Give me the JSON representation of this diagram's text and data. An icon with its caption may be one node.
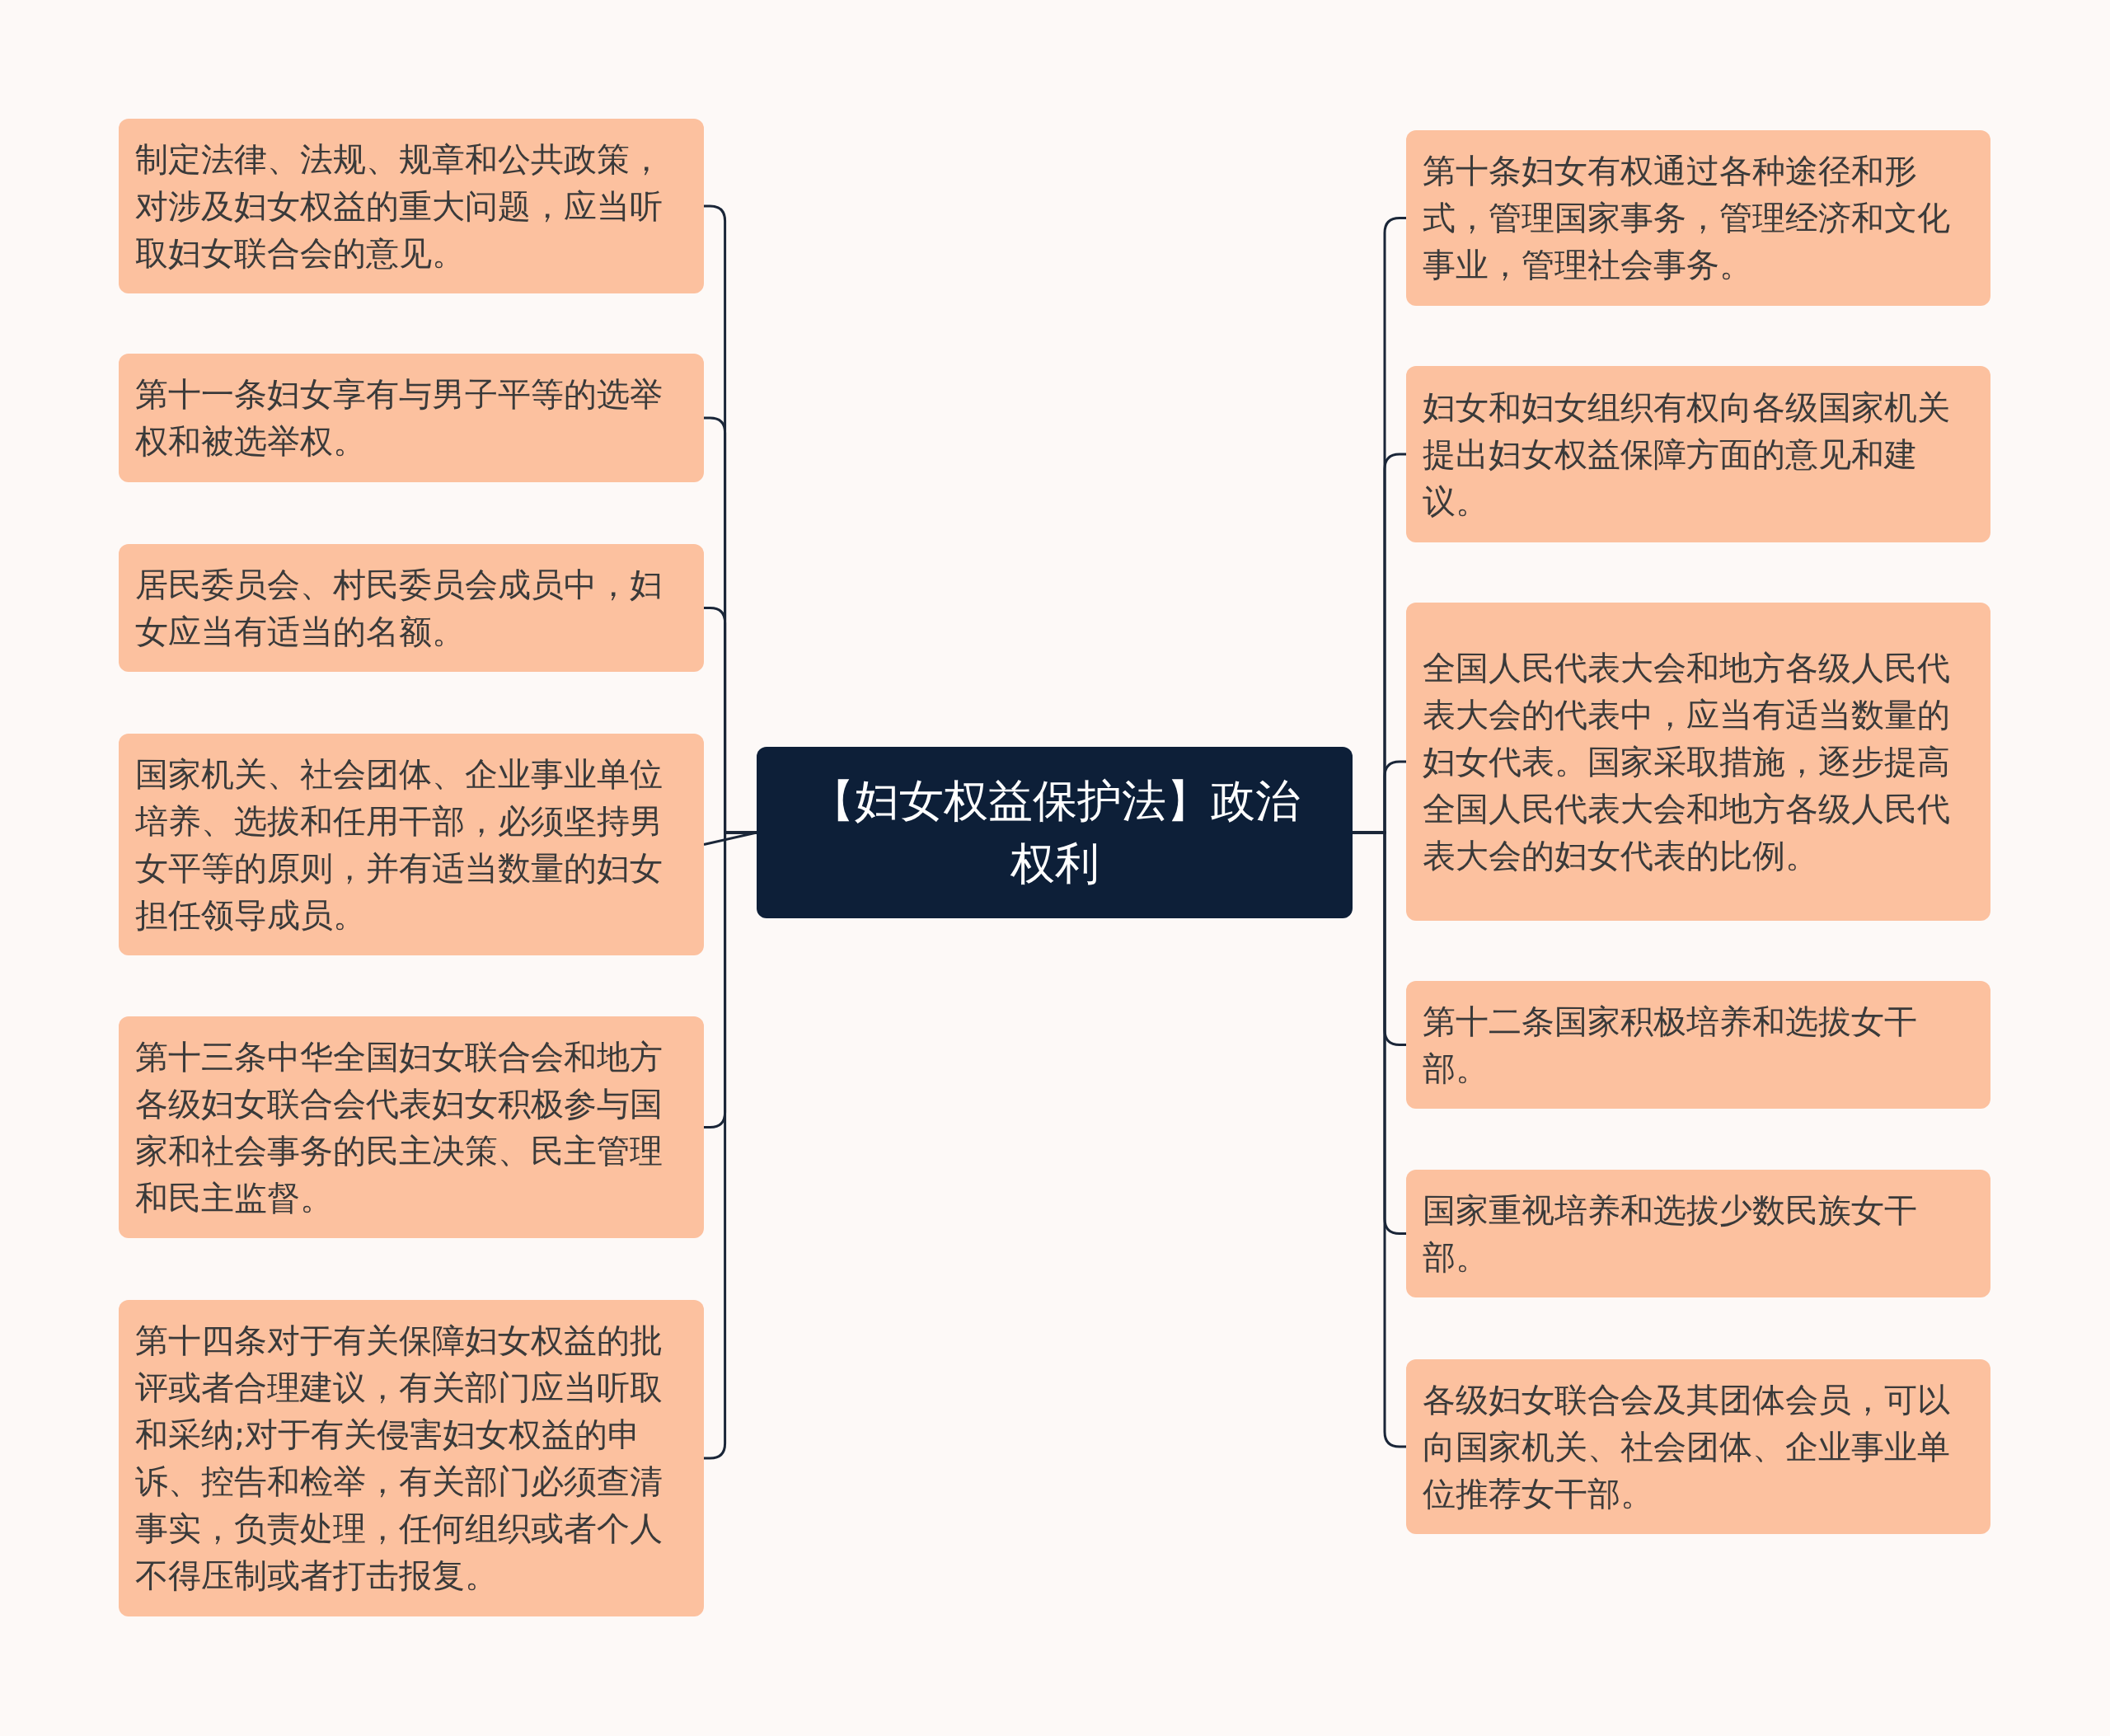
{
  "diagram": {
    "nodes": [
      {
        "text": [
          "【妇女权益保护法】政治权利"
        ]
      },
      {
        "text": [
          "制定法律、法规、规章和公共政策，对涉及妇女权益的重大问题，应当听取妇女联合会的意见。"
        ]
      },
      {
        "text": [
          "第十一条妇女享有与男子平等的选举权和被选举权。"
        ]
      },
      {
        "text": [
          "居民委员会、村民委员会成员中，妇女应当有适当的名额。"
        ]
      },
      {
        "text": [
          "国家机关、社会团体、企业事业单位培养、选拔和任用干部，必须坚持男女平等的原则，并有适当数量的妇女担任领导成员。"
        ]
      },
      {
        "text": [
          "第十三条中华全国妇女联合会和地方各级妇女联合会代表妇女积极参与国家和社会事务的民主决策、民主管理和民主监督。"
        ]
      },
      {
        "text": [
          "第十四条对于有关保障妇女权益的批评或者合理建议，有关部门应当听取和采纳;对于有关侵害妇女权益的申诉、控告和检举，有关部门必须查清事实，负责处理，任何组织或者个人不得压制或者打击报复。"
        ]
      },
      {
        "text": [
          "第十条妇女有权通过各种途径和形式，管理国家事务，管理经济和文化事业，管理社会事务。"
        ]
      },
      {
        "text": [
          "妇女和妇女组织有权向各级国家机关提出妇女权益保障方面的意见和建议。"
        ]
      },
      {
        "text": [
          "全国人民代表大会和地方各级人民代表大会的代表中，应当有适当数量的妇女代表。国家采取措施，逐步提高全国人民代表大会和地方各级人民代表大会的妇女代表的比例。"
        ]
      },
      {
        "text": [
          "第十二条国家积极培养和选拔女干部。"
        ]
      },
      {
        "text": [
          "国家重视培养和选拔少数民族女干部。"
        ]
      },
      {
        "text": [
          "各级妇女联合会及其团体会员，可以向国家机关、社会团体、企业事业单位推荐女干部。"
        ]
      }
    ],
    "edges": [
      {
        "from": 0,
        "to": 1,
        "arrow": "none"
      },
      {
        "from": 0,
        "to": 2,
        "arrow": "none"
      },
      {
        "from": 0,
        "to": 3,
        "arrow": "none"
      },
      {
        "from": 0,
        "to": 4,
        "arrow": "none"
      },
      {
        "from": 0,
        "to": 5,
        "arrow": "none"
      },
      {
        "from": 0,
        "to": 6,
        "arrow": "none"
      },
      {
        "from": 0,
        "to": 7,
        "arrow": "none"
      },
      {
        "from": 0,
        "to": 8,
        "arrow": "none"
      },
      {
        "from": 0,
        "to": 9,
        "arrow": "none"
      },
      {
        "from": 0,
        "to": 10,
        "arrow": "none"
      },
      {
        "from": 0,
        "to": 11,
        "arrow": "none"
      },
      {
        "from": 0,
        "to": 12,
        "arrow": "none"
      }
    ]
  }
}
